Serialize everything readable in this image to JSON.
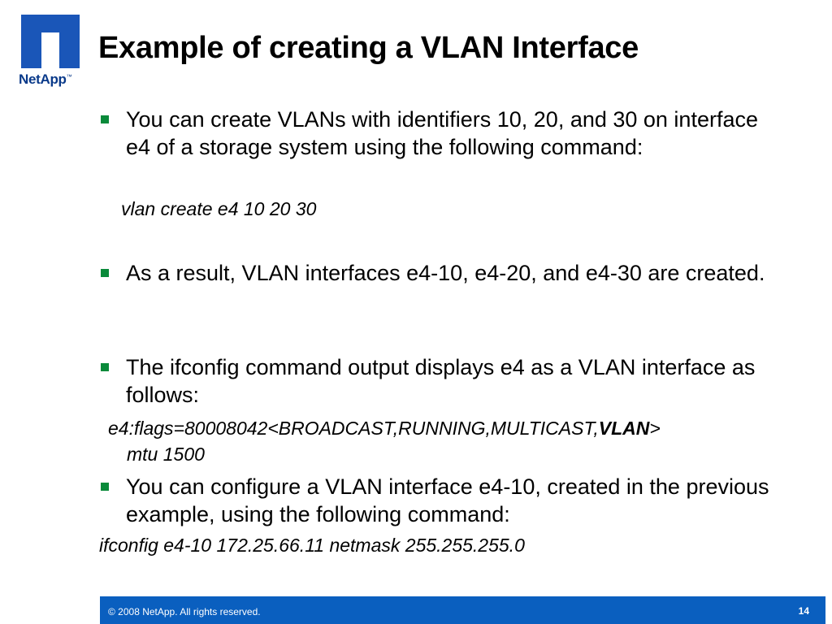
{
  "brand": {
    "name": "NetApp",
    "trademark": "™",
    "color": "#1a56b8",
    "logo_icon": "netapp-n-logo-icon"
  },
  "slide": {
    "title": "Example of creating a VLAN Interface",
    "bullets": [
      "You can create VLANs with identifiers 10, 20, and 30 on interface e4 of a storage system using the following command:",
      "As a result, VLAN interfaces e4-10, e4-20, and e4-30 are created.",
      "The ifconfig command output displays e4 as a VLAN interface as follows:",
      "You can configure a VLAN interface e4-10, created in the previous example, using the following command:"
    ],
    "code": {
      "vlan_create": "vlan create e4 10 20 30",
      "flags_prefix": "e4:flags=80008042<BROADCAST,RUNNING,MULTICAST,",
      "flags_bold": "VLAN",
      "flags_suffix": ">",
      "flags_mtu": "mtu 1500",
      "ifconfig": "ifconfig e4-10 172.25.66.11 netmask 255.255.255.0"
    },
    "bullet_color": "#0a8a3a"
  },
  "footer": {
    "copyright": "© 2008 NetApp.  All rights reserved.",
    "page_number": "14",
    "color": "#0a5fbf"
  }
}
